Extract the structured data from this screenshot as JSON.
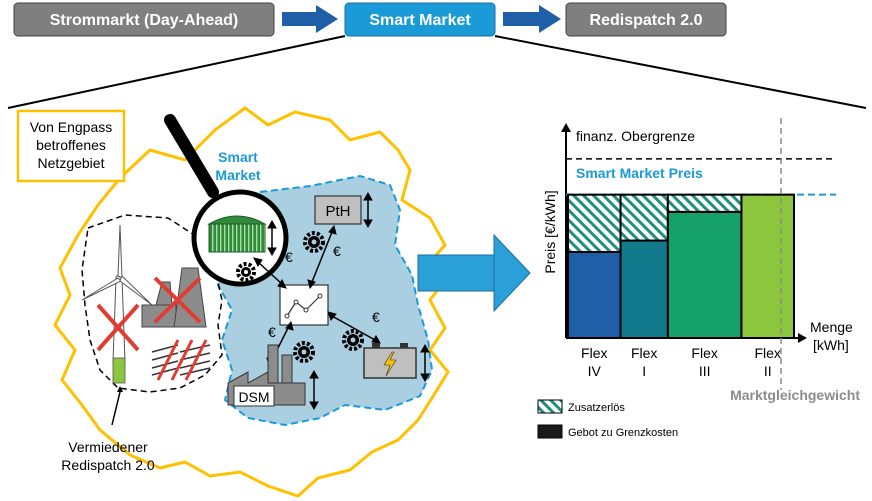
{
  "top_flow": {
    "step1": "Strommarkt (Day-Ahead)",
    "step2": "Smart Market",
    "step3": "Redispatch 2.0"
  },
  "region": {
    "engpass_label_lines": [
      "Von Engpass",
      "betroffenes",
      "Netzgebiet"
    ],
    "smart_market_label_lines": [
      "Smart",
      "Market"
    ],
    "pth_label": "PtH",
    "dsm_label": "DSM",
    "euro_symbol": "€",
    "avoided_redispatch_lines": [
      "Vermiedener",
      "Redispatch 2.0"
    ]
  },
  "colors": {
    "gray_box": "#7f7f7f",
    "blue_box": "#1a9ad6",
    "arrow_blue": "#1f5fa8",
    "big_arrow": "#2a9fd8",
    "region_outline": "#ffc000",
    "smart_area": "#a9cfe0",
    "smart_text": "#1a9ad6",
    "cross": "#e03c31"
  },
  "chart": {
    "upper_limit_label": "finanz. Obergrenze",
    "smart_price_label": "Smart Market Preis",
    "ylabel": "Preis [€/kWh]",
    "xlabel_lines": [
      "Menge",
      "[kWh]"
    ],
    "equilibrium_label": "Marktgleichgewicht",
    "legend": {
      "extra_revenue": "Zusatzerlös",
      "marginal_bid": "Gebot zu Grenzkosten"
    }
  },
  "chart_data": {
    "type": "bar",
    "categories": [
      {
        "name": "Flex IV",
        "lines": [
          "Flex",
          "IV"
        ]
      },
      {
        "name": "Flex I",
        "lines": [
          "Flex",
          "I"
        ]
      },
      {
        "name": "Flex III",
        "lines": [
          "Flex",
          "III"
        ]
      },
      {
        "name": "Flex II",
        "lines": [
          "Flex",
          "II"
        ]
      }
    ],
    "widths": [
      1,
      0.9,
      1.4,
      1.0
    ],
    "series": [
      {
        "name": "Gebot zu Grenzkosten",
        "values": [
          0.6,
          0.68,
          0.88,
          1.0
        ],
        "colors": [
          "#1f5fa8",
          "#13798c",
          "#16a06a",
          "#8cc63e"
        ]
      },
      {
        "name": "Zusatzerlös",
        "values": [
          0.4,
          0.32,
          0.12,
          0.0
        ]
      }
    ],
    "smart_market_price": 1.0,
    "upper_limit": 1.25,
    "ylim": [
      0,
      1.5
    ]
  }
}
